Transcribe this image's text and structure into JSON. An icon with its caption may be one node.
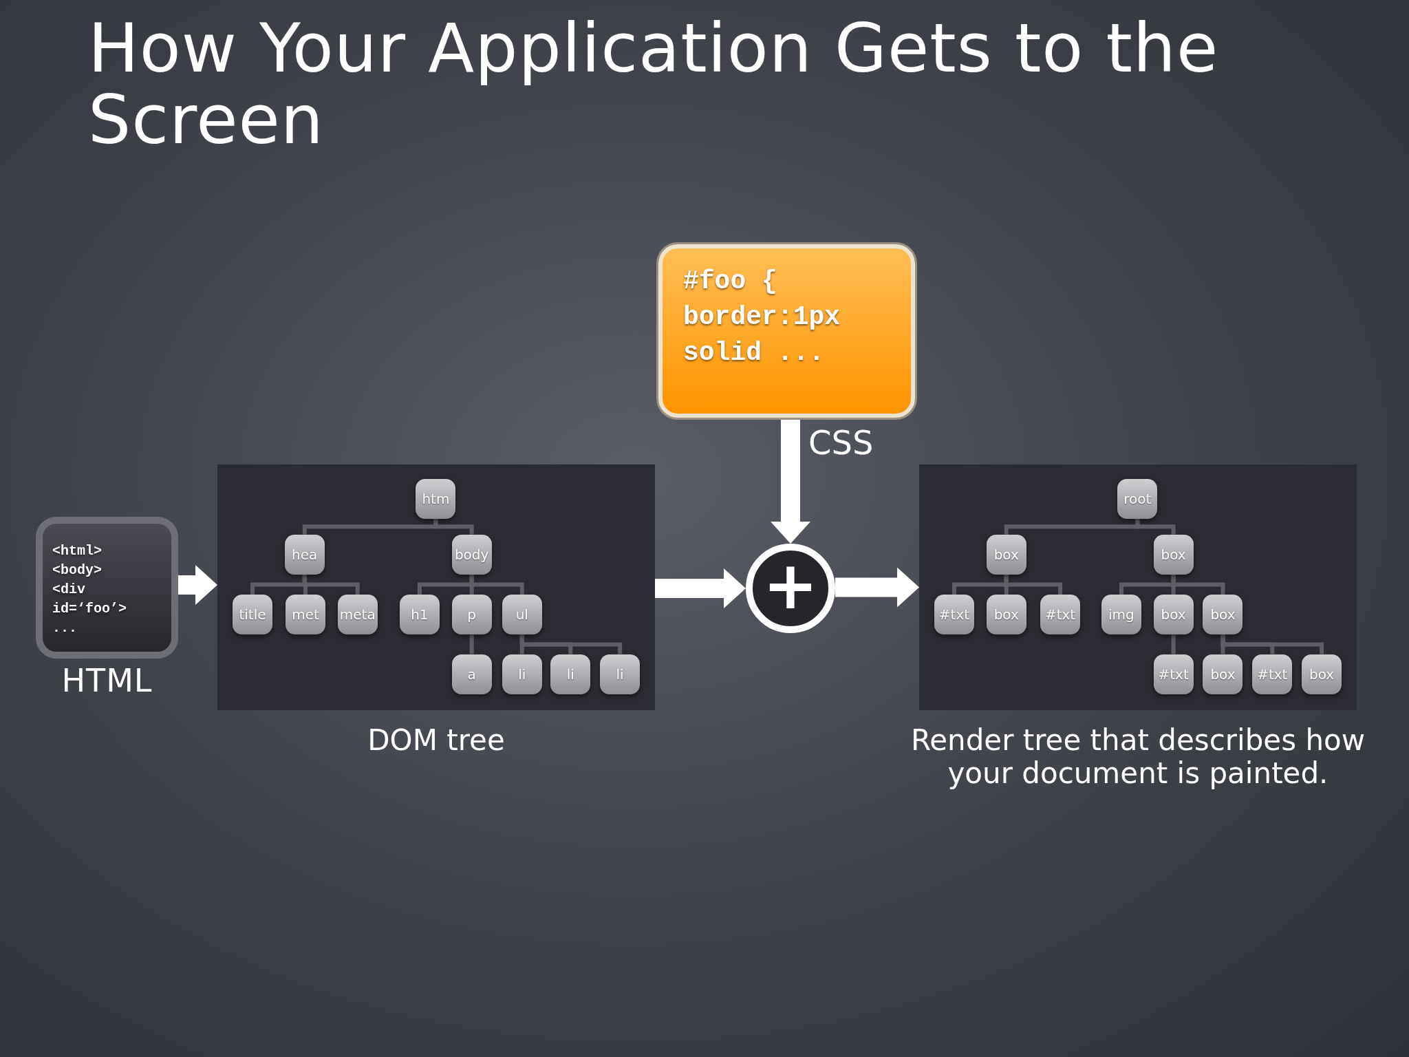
{
  "diagram": {
    "title": "How Your Application Gets to the Screen",
    "nodes": [
      {
        "text": [
          "<html> <body> <div id=‘foo’> ..."
        ],
        "beside": [
          "HTML"
        ]
      },
      {
        "text": [
          "DOM tree"
        ]
      },
      {
        "text": [
          "htm"
        ],
        "in": 1
      },
      {
        "text": [
          "hea"
        ],
        "in": 1
      },
      {
        "text": [
          "body"
        ],
        "in": 1
      },
      {
        "text": [
          "title"
        ],
        "in": 1
      },
      {
        "text": [
          "met"
        ],
        "in": 1
      },
      {
        "text": [
          "meta"
        ],
        "in": 1
      },
      {
        "text": [
          "h1"
        ],
        "in": 1
      },
      {
        "text": [
          "p"
        ],
        "in": 1
      },
      {
        "text": [
          "ul"
        ],
        "in": 1
      },
      {
        "text": [
          "a"
        ],
        "in": 1
      },
      {
        "text": [
          "li"
        ],
        "in": 1
      },
      {
        "text": [
          "li"
        ],
        "in": 1
      },
      {
        "text": [
          "li"
        ],
        "in": 1
      },
      {
        "text": [
          "#foo { border:1px solid ..."
        ]
      },
      {
        "text": [
          "+"
        ]
      },
      {
        "text": [
          "Render tree that describes how your document is painted."
        ]
      },
      {
        "text": [
          "root"
        ],
        "in": 17
      },
      {
        "text": [
          "box"
        ],
        "in": 17
      },
      {
        "text": [
          "box"
        ],
        "in": 17
      },
      {
        "text": [
          "#txt"
        ],
        "in": 17
      },
      {
        "text": [
          "box"
        ],
        "in": 17
      },
      {
        "text": [
          "#txt"
        ],
        "in": 17
      },
      {
        "text": [
          "img"
        ],
        "in": 17
      },
      {
        "text": [
          "box"
        ],
        "in": 17
      },
      {
        "text": [
          "box"
        ],
        "in": 17
      },
      {
        "text": [
          "#txt"
        ],
        "in": 17
      },
      {
        "text": [
          "box"
        ],
        "in": 17
      },
      {
        "text": [
          "#txt"
        ],
        "in": 17
      },
      {
        "text": [
          "box"
        ],
        "in": 17
      }
    ],
    "edges": [
      {
        "from": 0,
        "to": 1,
        "arrow": "to",
        "style": "thick",
        "color": "#ffffff"
      },
      {
        "from": 2,
        "to": 3,
        "arrow": "none"
      },
      {
        "from": 2,
        "to": 4,
        "arrow": "none"
      },
      {
        "from": 3,
        "to": 5,
        "arrow": "none"
      },
      {
        "from": 3,
        "to": 6,
        "arrow": "none"
      },
      {
        "from": 3,
        "to": 7,
        "arrow": "none"
      },
      {
        "from": 4,
        "to": 8,
        "arrow": "none"
      },
      {
        "from": 4,
        "to": 9,
        "arrow": "none"
      },
      {
        "from": 4,
        "to": 10,
        "arrow": "none"
      },
      {
        "from": 9,
        "to": 11,
        "arrow": "none"
      },
      {
        "from": 10,
        "to": 12,
        "arrow": "none"
      },
      {
        "from": 10,
        "to": 13,
        "arrow": "none"
      },
      {
        "from": 10,
        "to": 14,
        "arrow": "none"
      },
      {
        "from": 1,
        "to": 16,
        "arrow": "to",
        "style": "thick",
        "color": "#ffffff"
      },
      {
        "from": 15,
        "to": 16,
        "arrow": "to",
        "label": "CSS",
        "style": "thick",
        "color": "#ffffff"
      },
      {
        "from": 16,
        "to": 17,
        "arrow": "to",
        "style": "thick",
        "color": "#ffffff"
      },
      {
        "from": 18,
        "to": 19,
        "arrow": "none"
      },
      {
        "from": 18,
        "to": 20,
        "arrow": "none"
      },
      {
        "from": 19,
        "to": 21,
        "arrow": "none"
      },
      {
        "from": 19,
        "to": 22,
        "arrow": "none"
      },
      {
        "from": 19,
        "to": 23,
        "arrow": "none"
      },
      {
        "from": 20,
        "to": 24,
        "arrow": "none"
      },
      {
        "from": 20,
        "to": 25,
        "arrow": "none"
      },
      {
        "from": 20,
        "to": 26,
        "arrow": "none"
      },
      {
        "from": 25,
        "to": 27,
        "arrow": "none"
      },
      {
        "from": 26,
        "to": 28,
        "arrow": "none"
      },
      {
        "from": 26,
        "to": 29,
        "arrow": "none"
      },
      {
        "from": 26,
        "to": 30,
        "arrow": "none"
      }
    ]
  }
}
